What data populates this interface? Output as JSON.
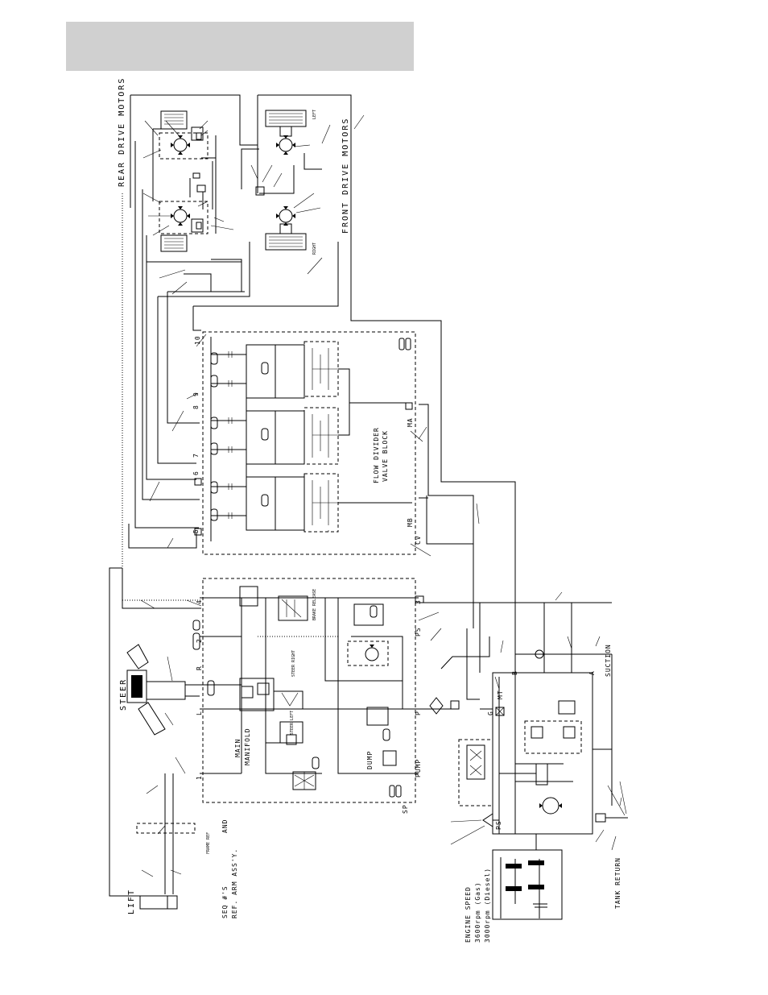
{
  "header": {
    "band_color": "#d0d0d0"
  },
  "labels": {
    "rear_drive_motors": "REAR DRIVE MOTORS",
    "front_drive_motors": "FRONT DRIVE MOTORS",
    "left": "LEFT",
    "right": "RIGHT",
    "flow_divider_1": "FLOW DIVIDER",
    "flow_divider_2": "VALVE BLOCK",
    "main_manifold_1": "MAIN",
    "main_manifold_2": "MANIFOLD",
    "steer": "STEER",
    "steer_left": "STEER LEFT",
    "steer_right": "STEER RIGHT",
    "brake_release": "BRAKE RELEASE",
    "dump": "DUMP",
    "suction": "SUCTION",
    "tank_return": "TANK RETURN",
    "lift": "LIFT",
    "frame_ref": "FRAME REF",
    "seq_1": "SEQ #'S",
    "seq_and": "AND",
    "seq_2": "REF. ARM ASS'Y.",
    "engine_1": "ENGINE SPEED",
    "engine_2": "3600rpm (Gas)",
    "engine_3": "3000rpm (Diesel)",
    "port_ma": "MA",
    "port_mb": "MB",
    "port_cv": "CV",
    "port_ps": "PS",
    "port_p": "P",
    "port_sp": "SP",
    "port_pump": "PUMP",
    "port_mt": "MT",
    "port_g": "G",
    "port_a": "A",
    "port_b": "B",
    "port_l": "L",
    "port_r": "R",
    "port_ps2": "PS",
    "num_1": "1",
    "num_2": "2",
    "num_3": "3",
    "num_4": "4",
    "num_5": "5",
    "num_6": "6",
    "num_7": "7",
    "num_8": "8",
    "num_9": "9",
    "num_10": "10"
  }
}
